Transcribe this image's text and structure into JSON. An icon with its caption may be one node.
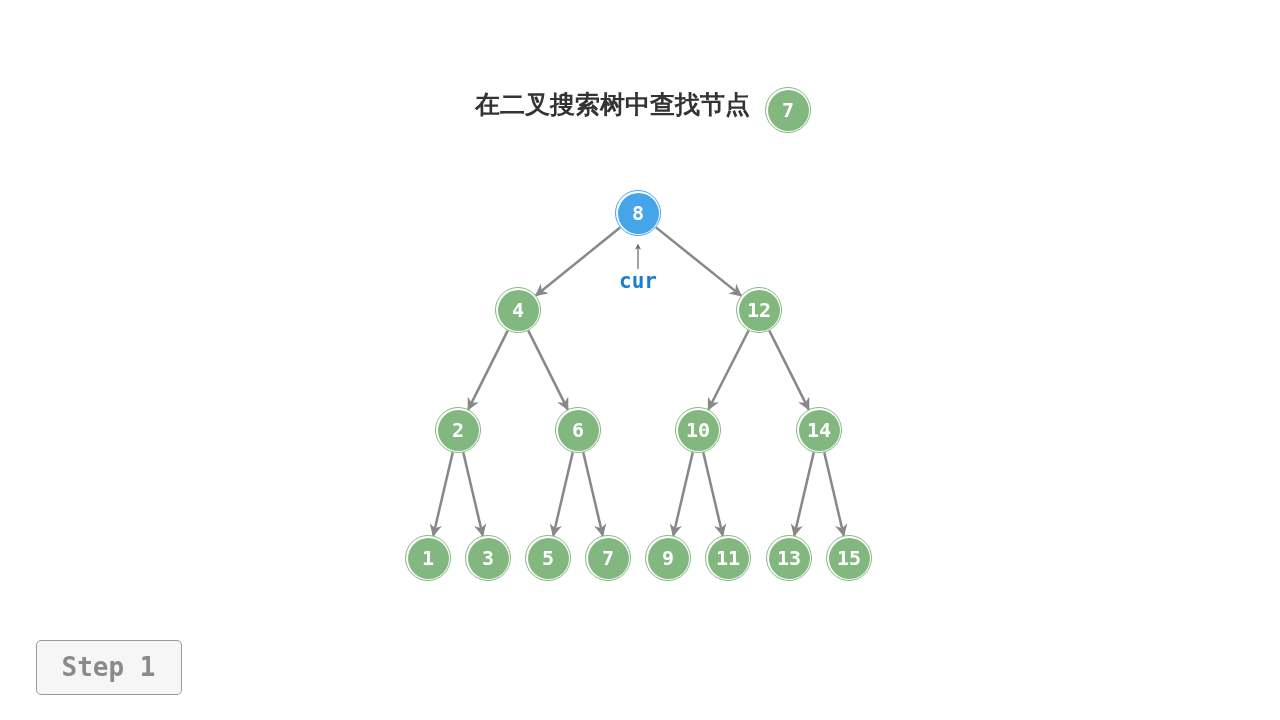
{
  "diagram": {
    "title": "在二叉搜索树中查找节点",
    "nodes": [
      {
        "text": [
          "7"
        ]
      },
      {
        "text": [
          "8"
        ]
      },
      {
        "text": [
          "4"
        ]
      },
      {
        "text": [
          "12"
        ]
      },
      {
        "text": [
          "2"
        ]
      },
      {
        "text": [
          "6"
        ]
      },
      {
        "text": [
          "10"
        ]
      },
      {
        "text": [
          "14"
        ]
      },
      {
        "text": [
          "1"
        ]
      },
      {
        "text": [
          "3"
        ]
      },
      {
        "text": [
          "5"
        ]
      },
      {
        "text": [
          "7"
        ]
      },
      {
        "text": [
          "9"
        ]
      },
      {
        "text": [
          "11"
        ]
      },
      {
        "text": [
          "13"
        ]
      },
      {
        "text": [
          "15"
        ]
      },
      {
        "text": [
          "cur"
        ]
      },
      {
        "text": [
          "Step 1"
        ]
      }
    ],
    "edges": [
      {
        "from": 1,
        "to": 2,
        "arrow": "to"
      },
      {
        "from": 1,
        "to": 3,
        "arrow": "to"
      },
      {
        "from": 2,
        "to": 4,
        "arrow": "to"
      },
      {
        "from": 2,
        "to": 5,
        "arrow": "to"
      },
      {
        "from": 3,
        "to": 6,
        "arrow": "to"
      },
      {
        "from": 3,
        "to": 7,
        "arrow": "to"
      },
      {
        "from": 4,
        "to": 8,
        "arrow": "to"
      },
      {
        "from": 4,
        "to": 9,
        "arrow": "to"
      },
      {
        "from": 5,
        "to": 10,
        "arrow": "to"
      },
      {
        "from": 5,
        "to": 11,
        "arrow": "to"
      },
      {
        "from": 6,
        "to": 12,
        "arrow": "to"
      },
      {
        "from": 6,
        "to": 13,
        "arrow": "to"
      },
      {
        "from": 7,
        "to": 14,
        "arrow": "to"
      },
      {
        "from": 7,
        "to": 15,
        "arrow": "to"
      },
      {
        "from": 16,
        "to": 1,
        "arrow": "to"
      }
    ]
  }
}
